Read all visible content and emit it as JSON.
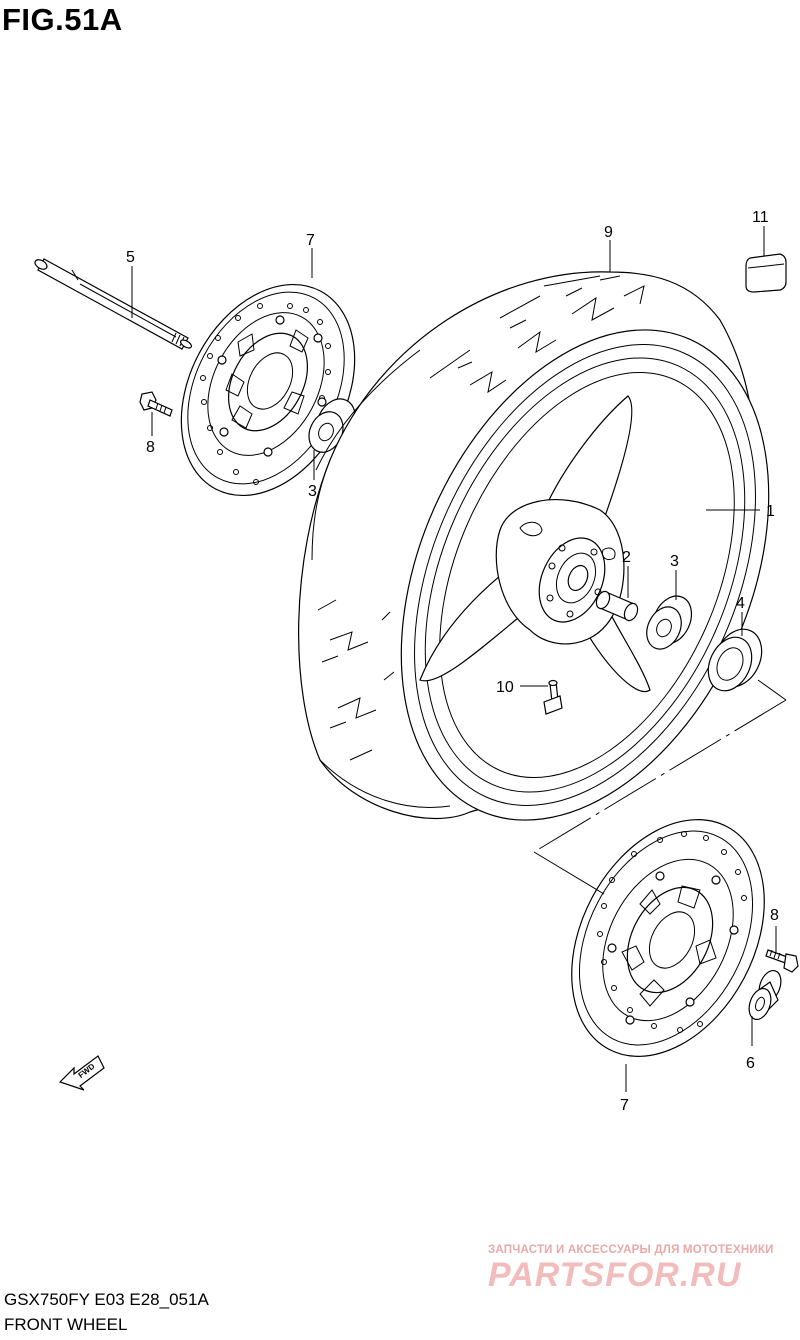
{
  "figure": {
    "title": "FIG.51A",
    "model_code": "GSX750FY E03 E28_051A",
    "name": "FRONT WHEEL"
  },
  "callouts": {
    "c1": "1",
    "c2": "2",
    "c3_hub": "3",
    "c3_left": "3",
    "c4": "4",
    "c5": "5",
    "c6": "6",
    "c7_top": "7",
    "c7_bottom": "7",
    "c8_top": "8",
    "c8_bottom": "8",
    "c9": "9",
    "c10": "10",
    "c11": "11"
  },
  "direction_marker": "FWD",
  "watermark": {
    "tagline": "ЗАПЧАСТИ И АКСЕССУАРЫ ДЛЯ МОТОТЕХНИКИ",
    "logo": "PARTSFOR.RU"
  },
  "colors": {
    "line": "#000000",
    "background": "#ffffff",
    "watermark": "#f2bcbc"
  }
}
